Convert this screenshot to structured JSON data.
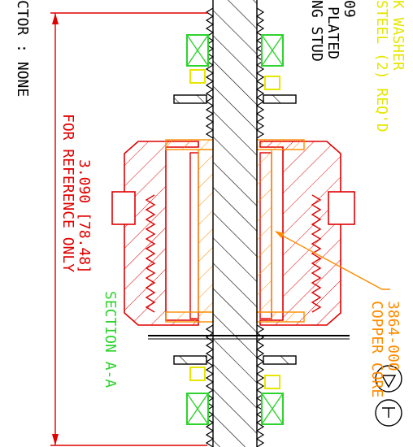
{
  "colors": {
    "background": "#ffffff",
    "red": "#e00000",
    "green": "#2fd32f",
    "yellow": "#e6e600",
    "orange": "#ff8c00",
    "black": "#000000"
  },
  "labels": {
    "washer_line1": "K WASHER",
    "washer_line2": "STEEL (2) REQ'D",
    "part_number_fragment": "09",
    "plated_text": "PLATED",
    "stud_text": "NG STUD",
    "connector_text": "CTOR : NONE",
    "dimension_value": "3.090 [78.48]",
    "dimension_note": "FOR REFERENCE ONLY",
    "core_part_number": "3864-000",
    "core_name": "COPPER CORE",
    "section_label": "SECTION A-A"
  }
}
